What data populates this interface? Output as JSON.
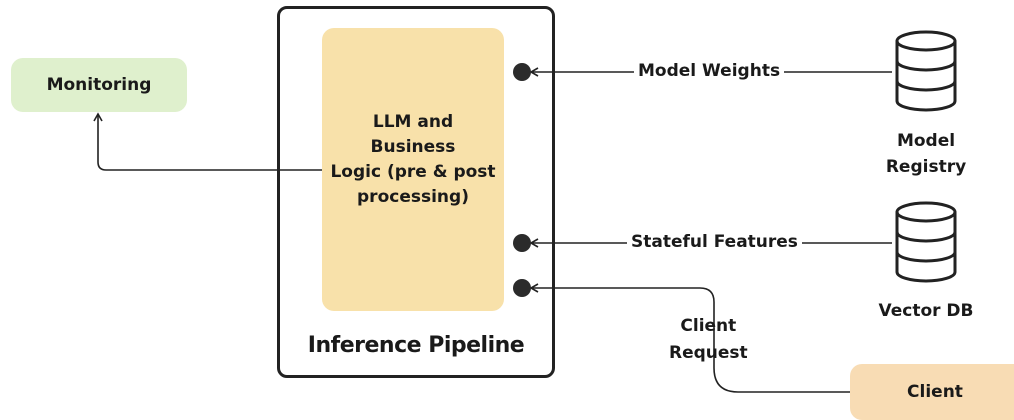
{
  "pipeline": {
    "title": "Inference Pipeline",
    "logic_label": "LLM and\nBusiness\nLogic (pre & post\nprocessing)"
  },
  "monitoring": {
    "label": "Monitoring"
  },
  "edges": {
    "model_weights": "Model Weights",
    "stateful_features": "Stateful Features",
    "client_request": "Client\nRequest"
  },
  "stores": {
    "model_registry": "Model\nRegistry",
    "vector_db": "Vector DB"
  },
  "client": {
    "label": "Client"
  },
  "icons": {
    "model_registry": "database-icon",
    "vector_db": "database-icon"
  },
  "colors": {
    "logic_fill": "#f8e1aa",
    "monitoring_fill": "#dff0cd",
    "client_fill": "#f8dcb4",
    "stroke": "#222222"
  }
}
